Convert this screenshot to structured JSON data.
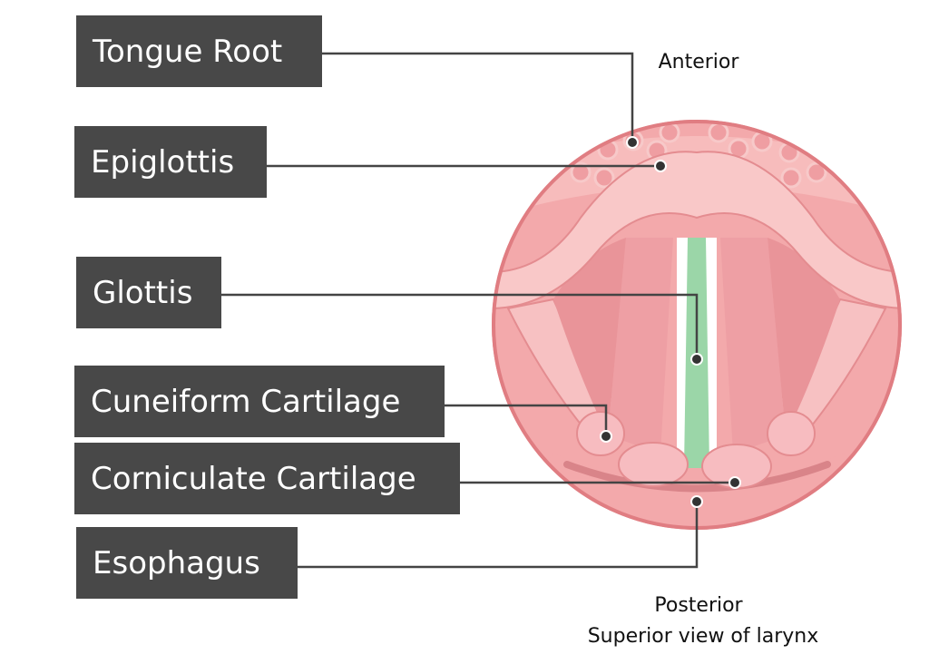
{
  "labels": {
    "tongue_root": "Tongue Root",
    "epiglottis": "Epiglottis",
    "glottis": "Glottis",
    "cuneiform_cartilage": "Cuneiform Cartilage",
    "corniculate_cartilage": "Corniculate Cartilage",
    "esophagus": "Esophagus"
  },
  "orientation": {
    "anterior": "Anterior",
    "posterior": "Posterior"
  },
  "caption": "Superior view of larynx",
  "colors": {
    "label_bg": "#484848",
    "leader_line": "#444444",
    "tissue_pink": "#f2a3a8",
    "tissue_light": "#f8c4c4",
    "airway_green": "#9bd6a8"
  }
}
